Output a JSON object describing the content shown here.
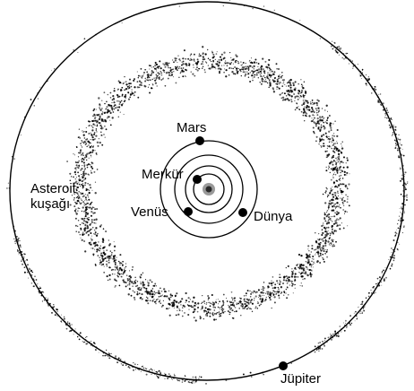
{
  "diagram": {
    "labels": {
      "mars": "Mars",
      "mercury": "Merkür",
      "venus": "Venüs",
      "earth": "Dünya",
      "jupiter": "Jüpiter",
      "asteroid_belt_line1": "Asteroit",
      "asteroid_belt_line2": "kuşağı"
    },
    "colors": {
      "ink": "#000000",
      "background": "#ffffff",
      "sun_outer": "#9a9a9a",
      "sun_inner": "#2a2a2a"
    }
  }
}
